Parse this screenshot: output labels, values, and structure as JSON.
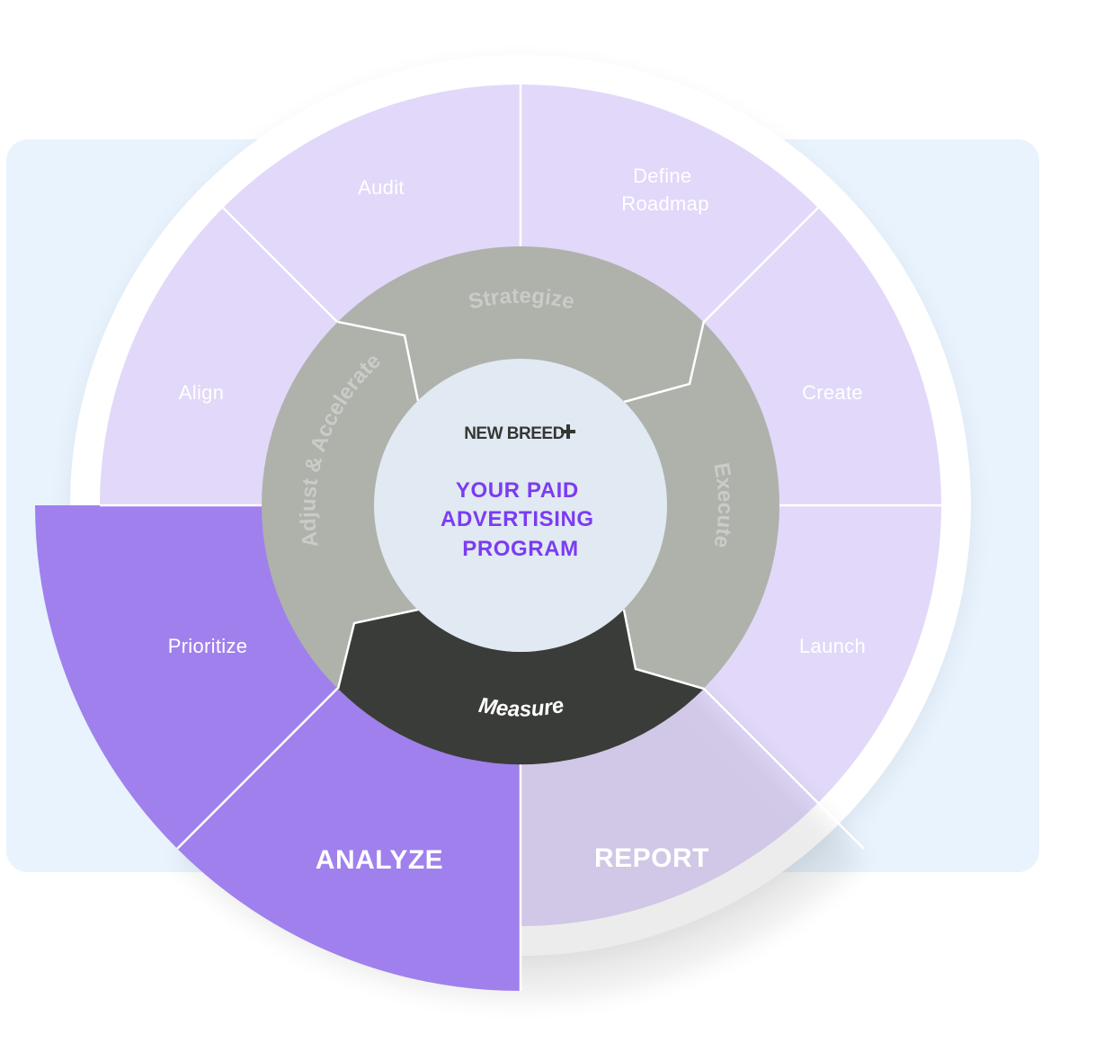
{
  "colors": {
    "backdrop": "#e8f3fd",
    "outer_ring": "#e2d8f9",
    "highlight": "#a080ed",
    "phase_ring": "#aeb2ab",
    "phase_active": "#3a3c39",
    "center_fill": "#e1e9f2",
    "center_title": "#7a3cf2",
    "divider": "#ffffff"
  },
  "center": {
    "brand": "NEW BREED",
    "brand_icon": "plus-icon",
    "title_lines": [
      "YOUR PAID",
      "ADVERTISING",
      "PROGRAM"
    ]
  },
  "phases": [
    {
      "id": "strategize",
      "label": "Strategize",
      "active": false
    },
    {
      "id": "execute",
      "label": "Execute",
      "active": false
    },
    {
      "id": "measure",
      "label": "Measure",
      "active": true
    },
    {
      "id": "adjust",
      "label": "Adjust & Accelerate",
      "active": false
    }
  ],
  "steps": [
    {
      "id": "audit",
      "label": [
        "Audit"
      ],
      "highlighted": false
    },
    {
      "id": "define-roadmap",
      "label": [
        "Define",
        "Roadmap"
      ],
      "highlighted": false
    },
    {
      "id": "create",
      "label": [
        "Create"
      ],
      "highlighted": false
    },
    {
      "id": "launch",
      "label": [
        "Launch"
      ],
      "highlighted": false
    },
    {
      "id": "report",
      "label": [
        "REPORT"
      ],
      "highlighted": true
    },
    {
      "id": "analyze",
      "label": [
        "ANALYZE"
      ],
      "highlighted": true
    },
    {
      "id": "prioritize",
      "label": [
        "Prioritize"
      ],
      "highlighted": false
    },
    {
      "id": "align",
      "label": [
        "Align"
      ],
      "highlighted": false
    }
  ]
}
